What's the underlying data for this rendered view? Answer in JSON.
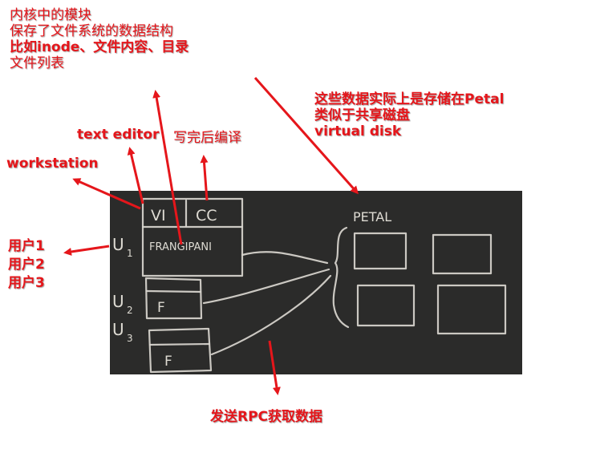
{
  "colors": {
    "annotation": "#e5161b",
    "board": "#2b2b2a",
    "chalk": "#d9d6cf",
    "background": "#ffffff"
  },
  "annotations": {
    "kernel_module": [
      "内核中的模块",
      "保存了文件系统的数据结构",
      "比如inode、文件内容、目录",
      "文件列表"
    ],
    "petal_storage": [
      "这些数据实际上是存储在Petal",
      "类似于共享磁盘",
      "virtual disk"
    ],
    "text_editor": "text editor",
    "compile_after_write": "写完后编译",
    "workstation": "workstation",
    "users": [
      "用户1",
      "用户2",
      "用户3"
    ],
    "rpc": "发送RPC获取数据"
  },
  "board": {
    "u1_label": "U",
    "u1_sub": "1",
    "u2_label": "U",
    "u2_sub": "2",
    "u3_label": "U",
    "u3_sub": "3",
    "vi_label": "VI",
    "cc_label": "CC",
    "frangipani_label": "FRANGIPANI",
    "f_label_2": "F",
    "f_label_3": "F",
    "petal_label": "PETAL"
  }
}
